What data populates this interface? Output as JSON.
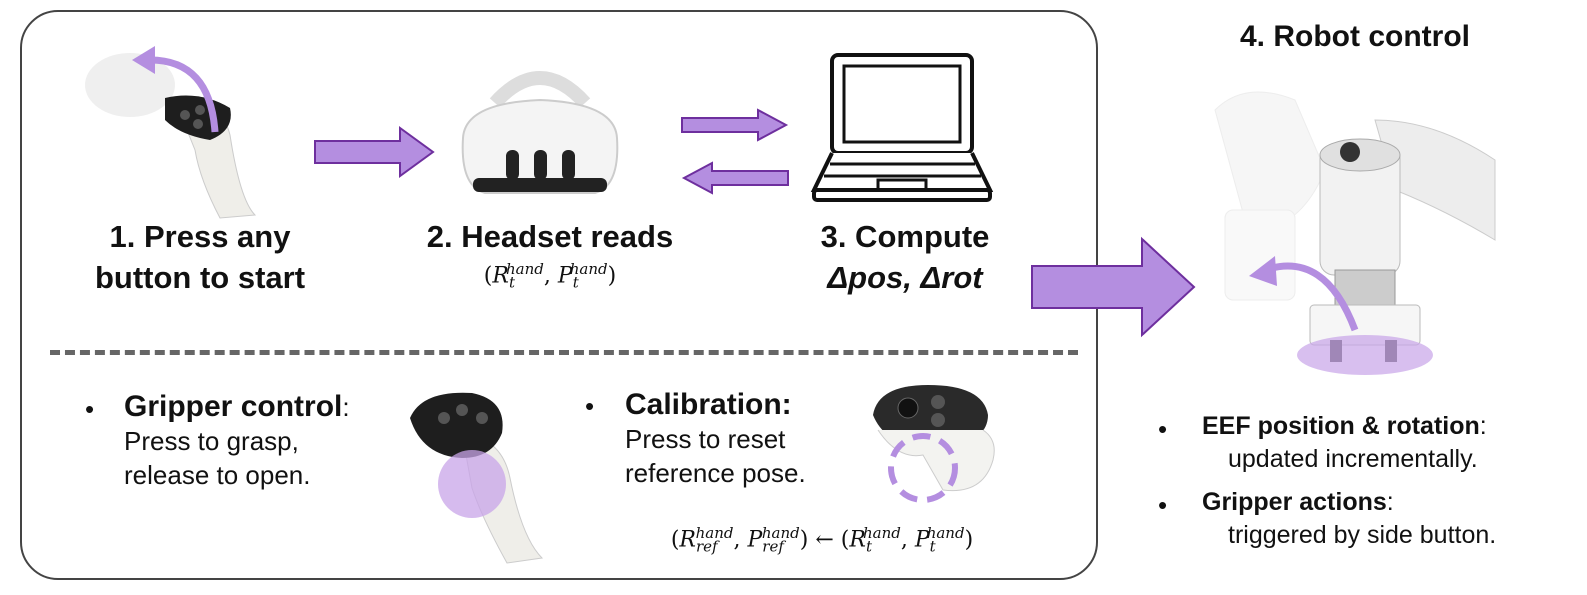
{
  "steps": {
    "step1": {
      "line1": "1. Press any",
      "line2": "button to start"
    },
    "step2": {
      "label": "2. Headset reads"
    },
    "step3": {
      "line1": "3. Compute",
      "line2": "Δpos, Δrot"
    },
    "step4": {
      "title": "4. Robot control"
    }
  },
  "formula_read": {
    "open": "(",
    "R": "R",
    "R_sub": "t",
    "R_sup": "hand",
    "sep": ", ",
    "P": "P",
    "P_sub": "t",
    "P_sup": "hand",
    "close": ")"
  },
  "gripper": {
    "title": "Gripper control",
    "colon": ":",
    "line1": "Press to grasp,",
    "line2": "release to open."
  },
  "calibration": {
    "title": "Calibration:",
    "line1": "Press to reset",
    "line2": "reference pose."
  },
  "formula_calib": {
    "open": "(",
    "Rref": "R",
    "Rref_sub": "ref",
    "Rref_sup": "hand",
    "sep": ", ",
    "Pref": "P",
    "Pref_sub": "ref",
    "Pref_sup": "hand",
    "close": ")",
    "arrow": " ← ",
    "open2": "(",
    "R": "R",
    "R_sub": "t",
    "R_sup": "hand",
    "sep2": ", ",
    "P": "P",
    "P_sub": "t",
    "P_sup": "hand",
    "close2": ")"
  },
  "robot_bullets": {
    "b1_title": "EEF position & rotation",
    "b1_colon": ":",
    "b1_text": "updated incrementally.",
    "b2_title": "Gripper actions",
    "b2_colon": ":",
    "b2_text": "triggered by side button."
  },
  "bullet_char": "•",
  "colors": {
    "accent": "#b48ee0",
    "accent_stroke": "#6e2f9e",
    "border": "#444444",
    "highlight": "#c8a4e8"
  }
}
